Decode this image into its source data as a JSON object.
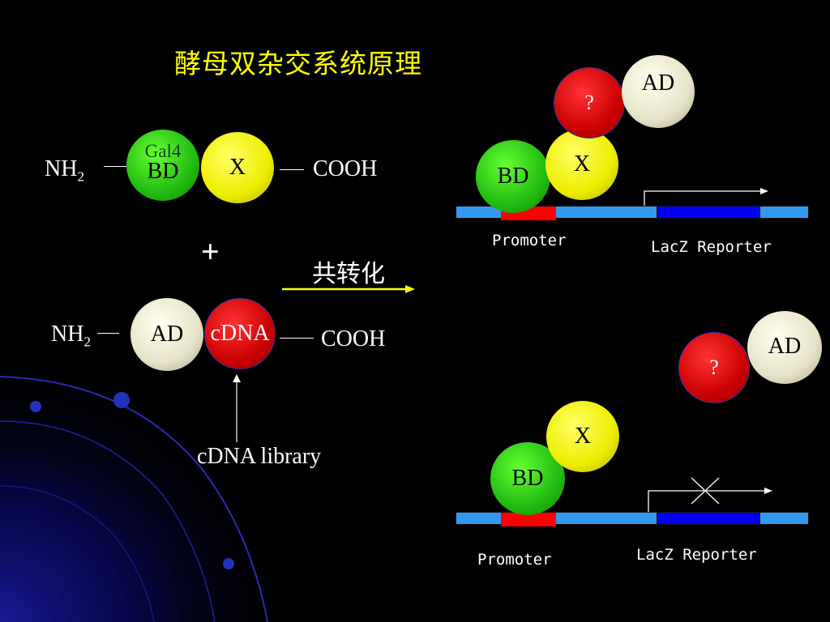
{
  "title": "酵母双杂交系统原理",
  "top_left": {
    "nh2": "NH",
    "nh2_sub": "2",
    "gal4": "Gal4",
    "bd": "BD",
    "x": "X",
    "cooh": "COOH"
  },
  "plus": "+",
  "cotransform": "共转化",
  "bottom_left": {
    "nh2": "NH",
    "nh2_sub": "2",
    "ad": "AD",
    "cdna": "cDNA",
    "cooh": "COOH",
    "library": "cDNA library"
  },
  "right_top": {
    "ad": "AD",
    "q": "?",
    "x": "X",
    "bd": "BD",
    "promoter": "Promoter",
    "reporter": "LacZ Reporter"
  },
  "right_bottom": {
    "ad": "AD",
    "q": "?",
    "x": "X",
    "bd": "BD",
    "promoter": "Promoter",
    "reporter": "LacZ Reporter"
  },
  "colors": {
    "title": "#ffff00",
    "bd": "#22bb11",
    "x": "#eeee00",
    "cdna": "#cc0000",
    "ad": "#e6e3c8",
    "promoter": "#ff0000",
    "reporter": "#0000ee",
    "dna": "#3399ee",
    "arrow": "#ffff00"
  }
}
